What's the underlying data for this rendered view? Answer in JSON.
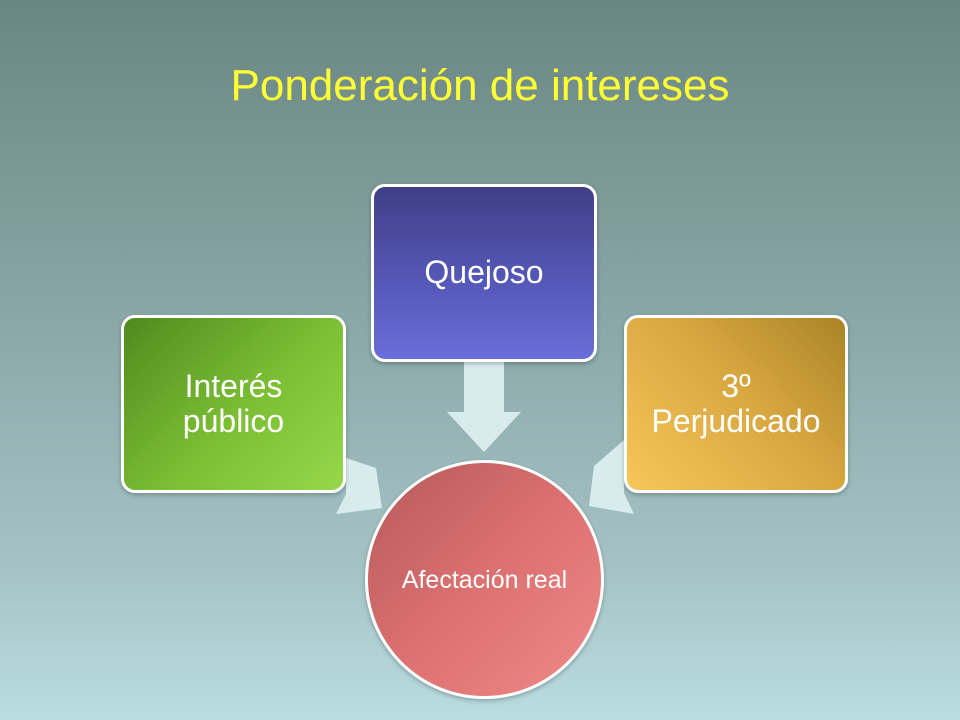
{
  "slide": {
    "title": "Ponderación de intereses"
  },
  "diagram": {
    "nodes": {
      "left": {
        "label": "Interés público"
      },
      "top": {
        "label": "Quejoso"
      },
      "right": {
        "label": "3º Perjudicado"
      },
      "center": {
        "label": "Afectación real"
      }
    },
    "edges": [
      {
        "from": "left",
        "to": "center"
      },
      {
        "from": "top",
        "to": "center"
      },
      {
        "from": "right",
        "to": "center"
      }
    ],
    "colors": {
      "title": "#ffff33",
      "left_fill": "#7cbf34",
      "top_fill": "#5658b8",
      "right_fill": "#d9a740",
      "center_fill": "#d96e6e",
      "arrow_fill": "#d8ecee"
    }
  }
}
